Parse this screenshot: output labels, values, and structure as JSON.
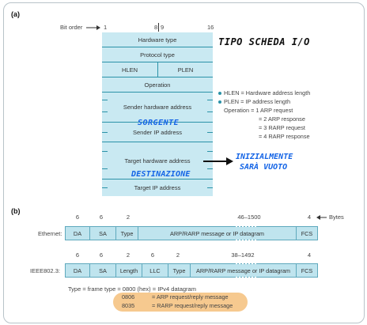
{
  "part_a": {
    "label": "(a)",
    "bit_order": {
      "label": "Bit order",
      "ticks": [
        "1",
        "8",
        "9",
        "16"
      ]
    },
    "fields": {
      "hardware_type": "Hardware type",
      "protocol_type": "Protocol type",
      "hlen": "HLEN",
      "plen": "PLEN",
      "operation": "Operation",
      "sender_hw": "Sender hardware address",
      "sender_ip": "Sender IP address",
      "target_hw": "Target hardware address",
      "target_ip": "Target IP address"
    },
    "notes": {
      "hlen_def": "HLEN = Hardware address length",
      "plen_def": "PLEN = IP address length",
      "op_line": "Operation = 1 ARP request",
      "op_2": "= 2 ARP response",
      "op_3": "= 3 RARP request",
      "op_4": "= 4 RARP response"
    },
    "handwritten": {
      "tipo": "TIPO SCHEDA I/O",
      "sorgente": "SORGENTE",
      "destinazione": "DESTINAZIONE",
      "init_1": "INIZIALMENTE",
      "init_2": "SARÀ VUOTO"
    }
  },
  "part_b": {
    "label": "(b)",
    "bytes_label": "Bytes",
    "ethernet": {
      "name": "Ethernet:",
      "sizes": [
        "6",
        "6",
        "2",
        "46–1500",
        "4"
      ],
      "fields": [
        "DA",
        "SA",
        "Type",
        "ARP/RARP message or IP datagram",
        "FCS"
      ]
    },
    "ieee": {
      "name": "IEEE802.3:",
      "sizes": [
        "6",
        "6",
        "2",
        "6",
        "2",
        "38–1492",
        "4"
      ],
      "fields": [
        "DA",
        "SA",
        "Length",
        "LLC",
        "Type",
        "ARP/RARP message or IP datagram",
        "FCS"
      ]
    },
    "type_line": "Type = frame type = 0800 (hex) = IPv4 datagram",
    "types": [
      {
        "code": "0806",
        "desc": "= ARP request/reply message"
      },
      {
        "code": "8035",
        "desc": "= RARP request/reply message"
      }
    ]
  },
  "colors": {
    "field_fill": "#c9e9f2",
    "border": "#2b92a8",
    "highlight": "#f6c98f",
    "handwriting_blue": "#1565e6"
  }
}
